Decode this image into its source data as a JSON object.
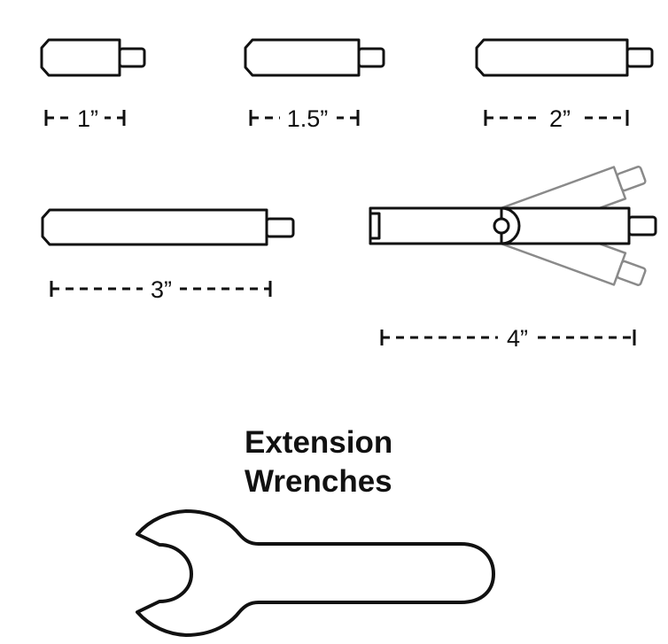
{
  "extensions": [
    {
      "id": "ext-1in",
      "label": "1”"
    },
    {
      "id": "ext-1-5in",
      "label": "1.5”"
    },
    {
      "id": "ext-2in",
      "label": "2”"
    },
    {
      "id": "ext-3in",
      "label": "3”"
    },
    {
      "id": "ext-4in",
      "label": "4”",
      "pivoting": true
    }
  ],
  "title": {
    "line1": "Extension",
    "line2": "Wrenches"
  },
  "colors": {
    "stroke": "#111111",
    "ghost_stroke": "#8a8a8a",
    "background": "#ffffff"
  },
  "icons": [
    "wrench-icon",
    "pivot-joint-icon"
  ]
}
